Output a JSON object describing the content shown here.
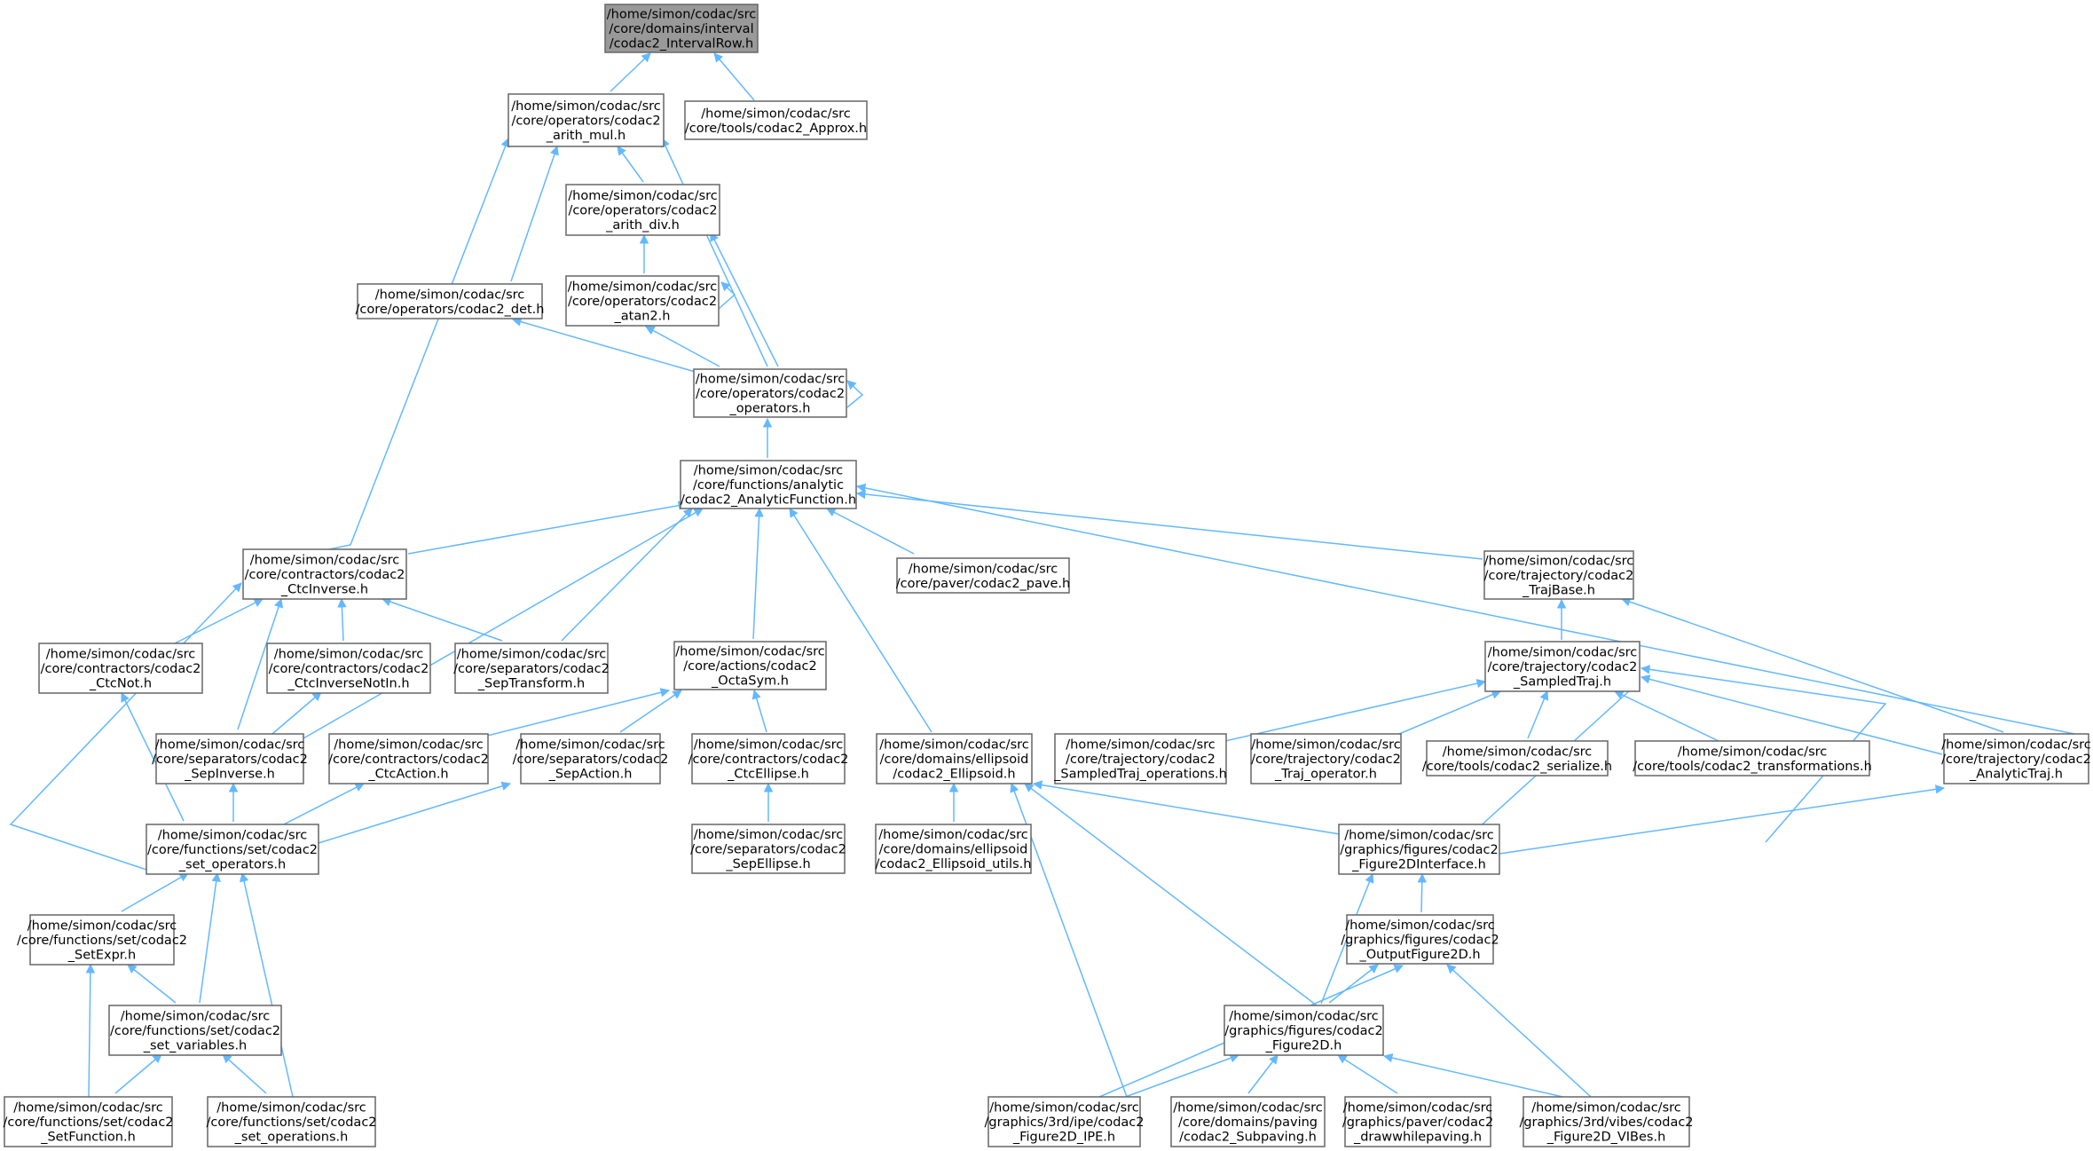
{
  "colors": {
    "edge": "#63b8ff",
    "node_border": "#666666",
    "root_fill": "#999999",
    "node_fill": "#ffffff"
  },
  "nodes": {
    "n0": [
      "/home/simon/codac/src",
      "/core/domains/interval",
      "/codac2_IntervalRow.h"
    ],
    "n1": [
      "/home/simon/codac/src",
      "/core/operators/codac2",
      "_arith_mul.h"
    ],
    "n2": [
      "/home/simon/codac/src",
      "/core/tools/codac2_Approx.h"
    ],
    "n3": [
      "/home/simon/codac/src",
      "/core/operators/codac2",
      "_arith_div.h"
    ],
    "n4": [
      "/home/simon/codac/src",
      "/core/operators/codac2_det.h"
    ],
    "n5": [
      "/home/simon/codac/src",
      "/core/operators/codac2",
      "_atan2.h"
    ],
    "n6": [
      "/home/simon/codac/src",
      "/core/operators/codac2",
      "_operators.h"
    ],
    "n7": [
      "/home/simon/codac/src",
      "/core/functions/analytic",
      "/codac2_AnalyticFunction.h"
    ],
    "n8": [
      "/home/simon/codac/src",
      "/core/contractors/codac2",
      "_CtcInverse.h"
    ],
    "n9": [
      "/home/simon/codac/src",
      "/core/paver/codac2_pave.h"
    ],
    "n10": [
      "/home/simon/codac/src",
      "/core/trajectory/codac2",
      "_TrajBase.h"
    ],
    "n11": [
      "/home/simon/codac/src",
      "/core/contractors/codac2",
      "_CtcNot.h"
    ],
    "n12": [
      "/home/simon/codac/src",
      "/core/contractors/codac2",
      "_CtcInverseNotIn.h"
    ],
    "n13": [
      "/home/simon/codac/src",
      "/core/separators/codac2",
      "_SepTransform.h"
    ],
    "n14": [
      "/home/simon/codac/src",
      "/core/actions/codac2",
      "_OctaSym.h"
    ],
    "n15": [
      "/home/simon/codac/src",
      "/core/trajectory/codac2",
      "_SampledTraj.h"
    ],
    "n16": [
      "/home/simon/codac/src",
      "/core/separators/codac2",
      "_SepInverse.h"
    ],
    "n17": [
      "/home/simon/codac/src",
      "/core/contractors/codac2",
      "_CtcAction.h"
    ],
    "n18": [
      "/home/simon/codac/src",
      "/core/separators/codac2",
      "_SepAction.h"
    ],
    "n19": [
      "/home/simon/codac/src",
      "/core/contractors/codac2",
      "_CtcEllipse.h"
    ],
    "n20": [
      "/home/simon/codac/src",
      "/core/domains/ellipsoid",
      "/codac2_Ellipsoid.h"
    ],
    "n21": [
      "/home/simon/codac/src",
      "/core/trajectory/codac2",
      "_SampledTraj_operations.h"
    ],
    "n22": [
      "/home/simon/codac/src",
      "/core/trajectory/codac2",
      "_Traj_operator.h"
    ],
    "n23": [
      "/home/simon/codac/src",
      "/core/tools/codac2_serialize.h"
    ],
    "n24": [
      "/home/simon/codac/src",
      "/core/tools/codac2_transformations.h"
    ],
    "n25": [
      "/home/simon/codac/src",
      "/core/trajectory/codac2",
      "_AnalyticTraj.h"
    ],
    "n26": [
      "/home/simon/codac/src",
      "/core/functions/set/codac2",
      "_set_operators.h"
    ],
    "n27": [
      "/home/simon/codac/src",
      "/core/separators/codac2",
      "_SepEllipse.h"
    ],
    "n28": [
      "/home/simon/codac/src",
      "/core/domains/ellipsoid",
      "/codac2_Ellipsoid_utils.h"
    ],
    "n29": [
      "/home/simon/codac/src",
      "/graphics/figures/codac2",
      "_Figure2DInterface.h"
    ],
    "n30": [
      "/home/simon/codac/src",
      "/core/functions/set/codac2",
      "_SetExpr.h"
    ],
    "n31": [
      "/home/simon/codac/src",
      "/graphics/figures/codac2",
      "_OutputFigure2D.h"
    ],
    "n32": [
      "/home/simon/codac/src",
      "/core/functions/set/codac2",
      "_set_variables.h"
    ],
    "n33": [
      "/home/simon/codac/src",
      "/graphics/figures/codac2",
      "_Figure2D.h"
    ],
    "n34": [
      "/home/simon/codac/src",
      "/core/functions/set/codac2",
      "_SetFunction.h"
    ],
    "n35": [
      "/home/simon/codac/src",
      "/core/functions/set/codac2",
      "_set_operations.h"
    ],
    "n36": [
      "/home/simon/codac/src",
      "/graphics/3rd/ipe/codac2",
      "_Figure2D_IPE.h"
    ],
    "n37": [
      "/home/simon/codac/src",
      "/core/domains/paving",
      "/codac2_Subpaving.h"
    ],
    "n38": [
      "/home/simon/codac/src",
      "/graphics/paver/codac2",
      "_drawwhilepaving.h"
    ],
    "n39": [
      "/home/simon/codac/src",
      "/graphics/3rd/vibes/codac2",
      "_Figure2D_VIBes.h"
    ]
  }
}
